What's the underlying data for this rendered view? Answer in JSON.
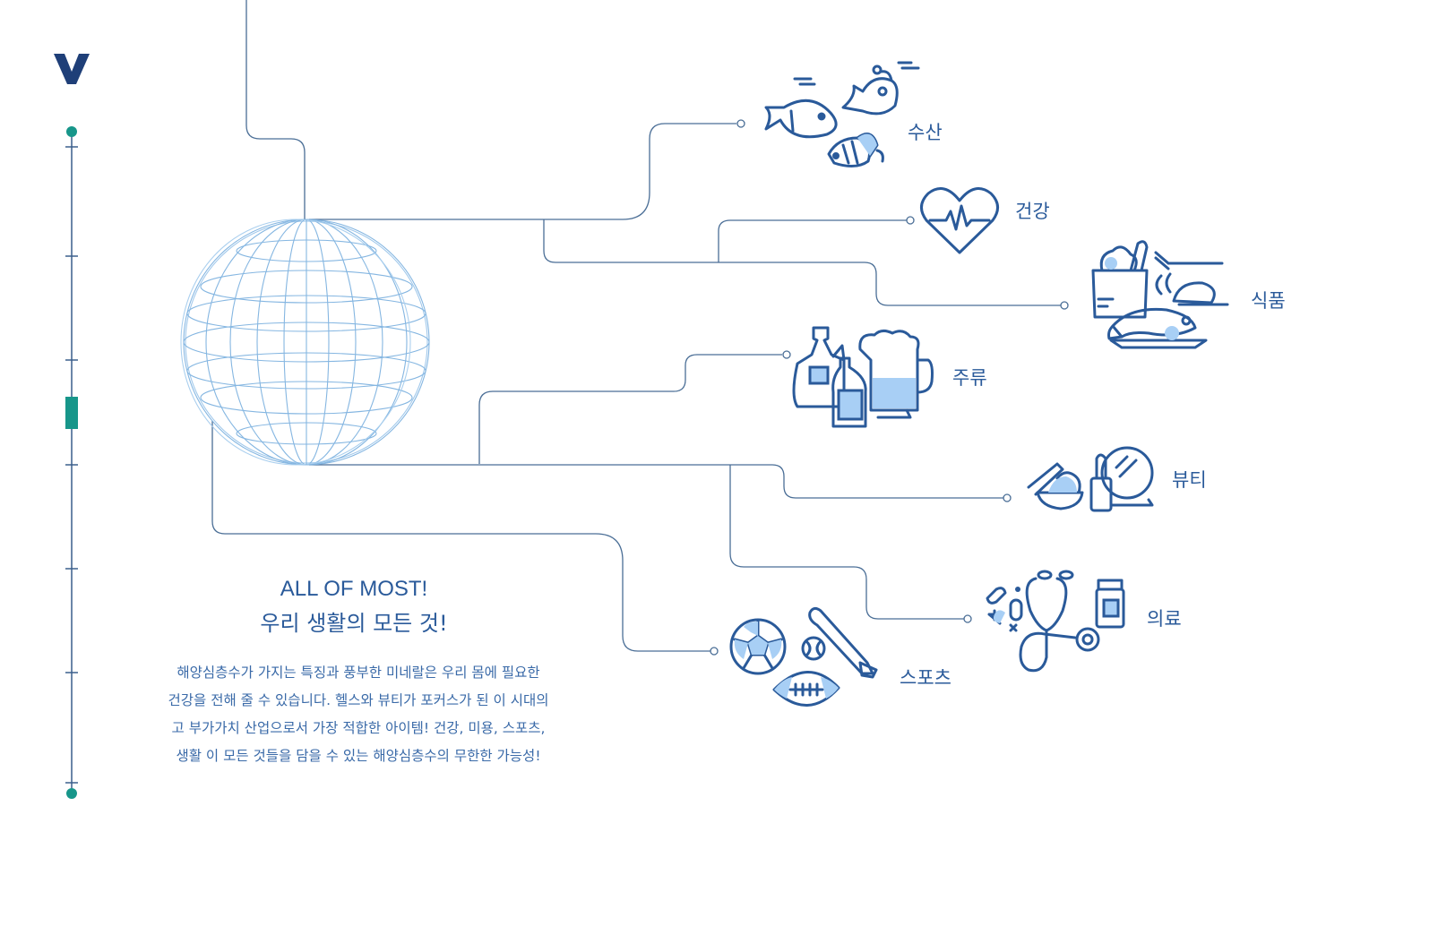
{
  "logo_icon": "v-logo-icon",
  "nav": {
    "active_index": 3,
    "step_count": 7
  },
  "heading": {
    "title_en": "ALL OF MOST!",
    "title_ko": "우리 생활의 모든 것!"
  },
  "description": [
    "해양심층수가 가지는 특징과 풍부한 미네랄은 우리 몸에 필요한",
    "건강을 전해 줄 수 있습니다. 헬스와 뷰티가 포커스가 된 이 시대의",
    "고 부가가치 산업으로서 가장 적합한 아이템! 건강, 미용, 스포츠,",
    "생활 이 모든 것들을 담을 수 있는 해양심층수의 무한한 가능성!"
  ],
  "categories": [
    {
      "label": "수산",
      "icon": "fish-icon"
    },
    {
      "label": "건강",
      "icon": "heart-pulse-icon"
    },
    {
      "label": "식품",
      "icon": "food-icon"
    },
    {
      "label": "주류",
      "icon": "liquor-icon"
    },
    {
      "label": "뷰티",
      "icon": "cosmetics-icon"
    },
    {
      "label": "의료",
      "icon": "stethoscope-icon"
    },
    {
      "label": "스포츠",
      "icon": "sports-balls-icon"
    }
  ],
  "colors": {
    "primary": "#1f4e8c",
    "line": "#4a6e96",
    "accent_teal": "#17968a",
    "globe": "#7fb3e0",
    "icon_fill": "#a8cff5"
  }
}
